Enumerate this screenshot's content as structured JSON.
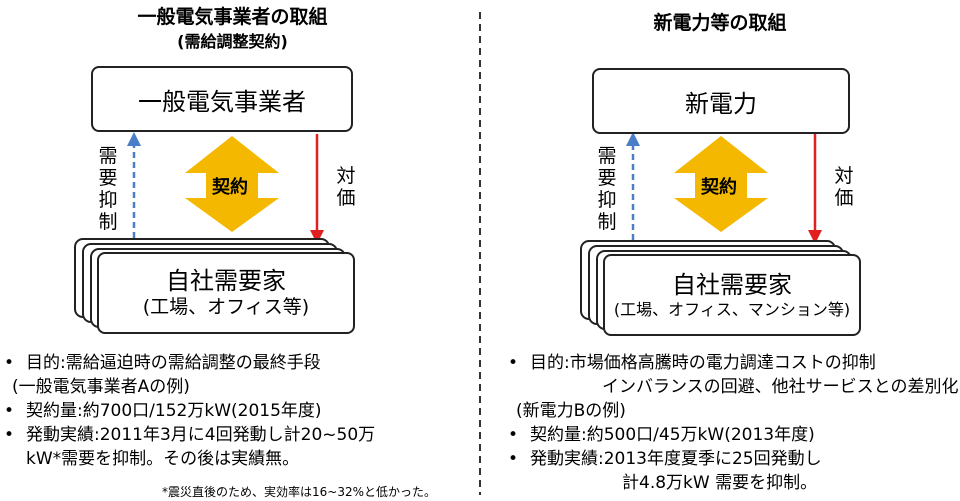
{
  "left": {
    "title": "一般電気事業者の取組",
    "subtitle": "(需給調整契約)",
    "top_box": "一般電気事業者",
    "bottom_box_line1": "自社需要家",
    "bottom_box_line2": "(工場、オフィス等)",
    "up_label_chars": [
      "需",
      "要",
      "抑",
      "制"
    ],
    "contract_label": "契約",
    "down_label_chars": [
      "対",
      "価"
    ],
    "bullets": [
      {
        "text": "目的:需給逼迫時の需給調整の最終手段",
        "bullet": true
      },
      {
        "text": "(一般電気事業者Aの例)",
        "bullet": false
      },
      {
        "text": "契約量:約700口/152万kW(2015年度)",
        "bullet": true
      },
      {
        "text": "発動実績:2011年3月に4回発動し計20~50万",
        "bullet": true
      },
      {
        "text": "kW*需要を抑制。その後は実績無。",
        "bullet": false
      }
    ],
    "footnote": "*震災直後のため、実効率は16~32%と低かった。"
  },
  "right": {
    "title": "新電力等の取組",
    "top_box": "新電力",
    "bottom_box_line1": "自社需要家",
    "bottom_box_line2": "(工場、オフィス、マンション等)",
    "up_label_chars": [
      "需",
      "要",
      "抑",
      "制"
    ],
    "contract_label": "契約",
    "down_label_chars": [
      "対",
      "価"
    ],
    "bullets": [
      {
        "text": "目的:市場価格高騰時の電力調達コストの抑制",
        "bullet": true
      },
      {
        "text": "インバランスの回避、他社サービスとの差別化",
        "bullet": false
      },
      {
        "text": "(新電力Bの例)",
        "bullet": false
      },
      {
        "text": "契約量:約500口/45万kW(2013年度)",
        "bullet": true
      },
      {
        "text": "発動実績:2013年度夏季に25回発動し",
        "bullet": true
      },
      {
        "text": "計4.8万kW 需要を抑制。",
        "bullet": false
      }
    ]
  },
  "colors": {
    "contract_arrow": "#F5B800",
    "up_arrow": "#4A7EC7",
    "down_arrow": "#E02020",
    "divider": "#333333"
  }
}
